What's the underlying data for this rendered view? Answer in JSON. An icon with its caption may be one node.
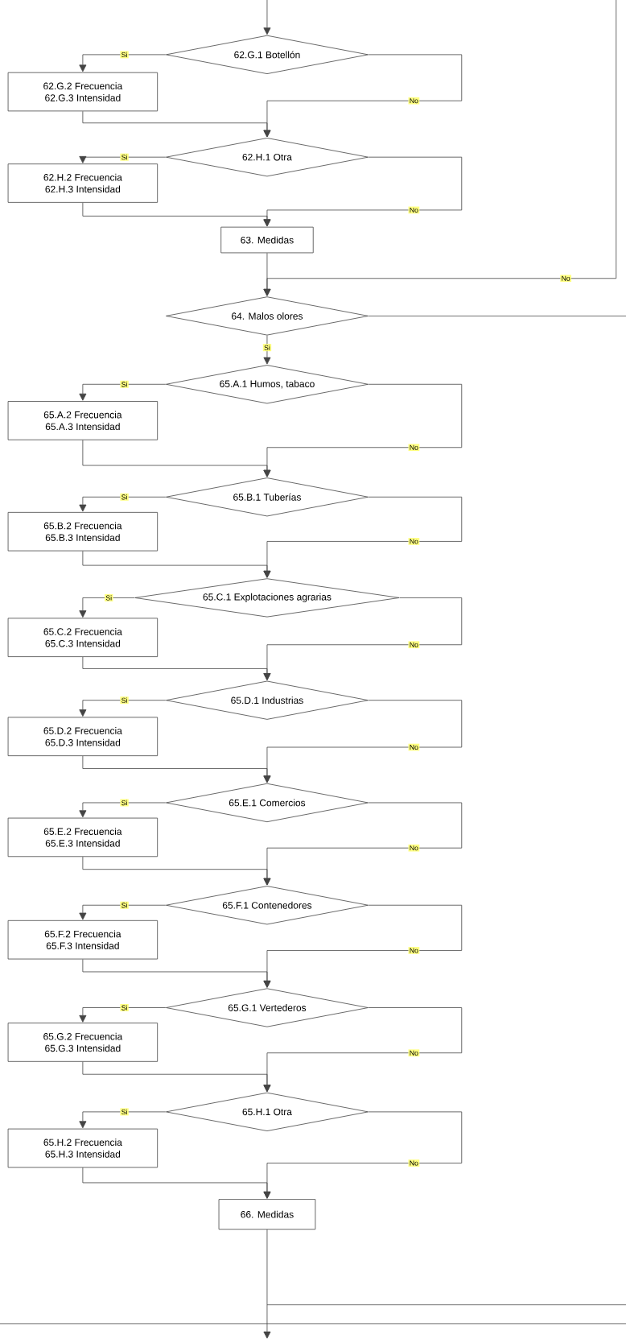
{
  "diagram": {
    "nodes": [
      {
        "text": [
          "62.G.1 Botellón"
        ]
      },
      {
        "text": [
          "62.G.2 Frecuencia",
          "62.G.3 Intensidad"
        ]
      },
      {
        "text": [
          "62.H.1 Otra"
        ]
      },
      {
        "text": [
          "62.H.2 Frecuencia",
          "62.H.3 Intensidad"
        ]
      },
      {
        "text": [
          "63. Medidas"
        ]
      },
      {
        "text": [
          "64. Malos olores"
        ]
      },
      {
        "text": [
          "65.A.1 Humos, tabaco"
        ]
      },
      {
        "text": [
          "65.A.2 Frecuencia",
          "65.A.3 Intensidad"
        ]
      },
      {
        "text": [
          "65.B.1 Tuberías"
        ]
      },
      {
        "text": [
          "65.B.2 Frecuencia",
          "65.B.3 Intensidad"
        ]
      },
      {
        "text": [
          "65.C.1 Explotaciones agrarias"
        ]
      },
      {
        "text": [
          "65.C.2 Frecuencia",
          "65.C.3 Intensidad"
        ]
      },
      {
        "text": [
          "65.D.1 Industrias"
        ]
      },
      {
        "text": [
          "65.D.2 Frecuencia",
          "65.D.3 Intensidad"
        ]
      },
      {
        "text": [
          "65.E.1 Comercios"
        ]
      },
      {
        "text": [
          "65.E.2 Frecuencia",
          "65.E.3 Intensidad"
        ]
      },
      {
        "text": [
          "65.F.1 Contenedores"
        ]
      },
      {
        "text": [
          "65.F.2 Frecuencia",
          "65.F.3 Intensidad"
        ]
      },
      {
        "text": [
          "65.G.1 Vertederos"
        ]
      },
      {
        "text": [
          "65.G.2 Frecuencia",
          "65.G.3 Intensidad"
        ]
      },
      {
        "text": [
          "65.H.1 Otra"
        ]
      },
      {
        "text": [
          "65.H.2 Frecuencia",
          "65.H.3 Intensidad"
        ]
      },
      {
        "text": [
          "66. Medidas"
        ]
      }
    ],
    "edges": [
      {
        "from": null,
        "to": 0,
        "arrow": "to"
      },
      {
        "from": 0,
        "to": 1,
        "label": "Si",
        "arrow": "to"
      },
      {
        "from": 0,
        "to": 2,
        "label": "No",
        "arrow": "to"
      },
      {
        "from": 1,
        "to": 2,
        "arrow": "to"
      },
      {
        "from": 2,
        "to": 3,
        "label": "Si",
        "arrow": "to"
      },
      {
        "from": 2,
        "to": 4,
        "label": "No",
        "arrow": "to"
      },
      {
        "from": 3,
        "to": 4,
        "arrow": "to"
      },
      {
        "from": 4,
        "to": 5,
        "arrow": "to"
      },
      {
        "from": null,
        "to": 5,
        "label": "No",
        "arrow": "to"
      },
      {
        "from": 5,
        "to": null,
        "arrow": "none"
      },
      {
        "from": 5,
        "to": 6,
        "label": "Si",
        "arrow": "to"
      },
      {
        "from": 6,
        "to": 7,
        "label": "Si",
        "arrow": "to"
      },
      {
        "from": 6,
        "to": 8,
        "label": "No",
        "arrow": "to"
      },
      {
        "from": 7,
        "to": 8,
        "arrow": "to"
      },
      {
        "from": 8,
        "to": 9,
        "label": "Si",
        "arrow": "to"
      },
      {
        "from": 8,
        "to": 10,
        "label": "No",
        "arrow": "to"
      },
      {
        "from": 9,
        "to": 10,
        "arrow": "to"
      },
      {
        "from": 10,
        "to": 11,
        "label": "Si",
        "arrow": "to"
      },
      {
        "from": 10,
        "to": 12,
        "label": "No",
        "arrow": "to"
      },
      {
        "from": 11,
        "to": 12,
        "arrow": "to"
      },
      {
        "from": 12,
        "to": 13,
        "label": "Si",
        "arrow": "to"
      },
      {
        "from": 12,
        "to": 14,
        "label": "No",
        "arrow": "to"
      },
      {
        "from": 13,
        "to": 14,
        "arrow": "to"
      },
      {
        "from": 14,
        "to": 15,
        "label": "Si",
        "arrow": "to"
      },
      {
        "from": 14,
        "to": 16,
        "label": "No",
        "arrow": "to"
      },
      {
        "from": 15,
        "to": 16,
        "arrow": "to"
      },
      {
        "from": 16,
        "to": 17,
        "label": "Si",
        "arrow": "to"
      },
      {
        "from": 16,
        "to": 18,
        "label": "No",
        "arrow": "to"
      },
      {
        "from": 17,
        "to": 18,
        "arrow": "to"
      },
      {
        "from": 18,
        "to": 19,
        "label": "Si",
        "arrow": "to"
      },
      {
        "from": 18,
        "to": 20,
        "label": "No",
        "arrow": "to"
      },
      {
        "from": 19,
        "to": 20,
        "arrow": "to"
      },
      {
        "from": 20,
        "to": 21,
        "label": "Si",
        "arrow": "to"
      },
      {
        "from": 20,
        "to": 22,
        "label": "No",
        "arrow": "to"
      },
      {
        "from": 21,
        "to": 22,
        "arrow": "to"
      },
      {
        "from": 22,
        "to": null,
        "arrow": "to"
      }
    ]
  }
}
